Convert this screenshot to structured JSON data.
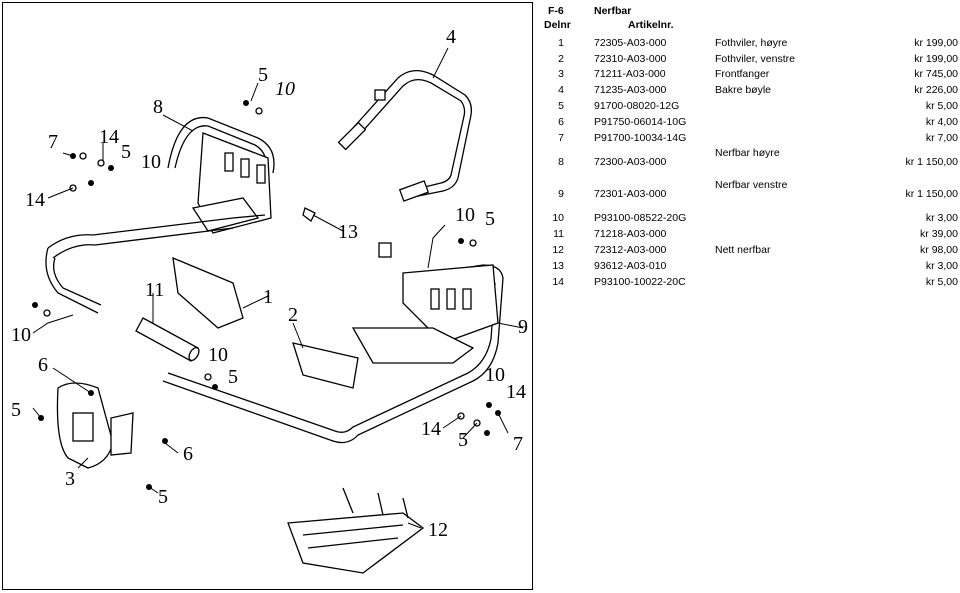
{
  "header": {
    "code": "F-6",
    "title": "Nerfbar",
    "col_delnr": "Delnr",
    "col_artikelnr": "Artikelnr."
  },
  "parts": [
    {
      "no": "1",
      "art": "72305-A03-000",
      "desc": "Fothviler, høyre",
      "price": "kr  199,00"
    },
    {
      "no": "2",
      "art": "72310-A03-000",
      "desc": "Fothviler, venstre",
      "price": "kr  199,00"
    },
    {
      "no": "3",
      "art": "71211-A03-000",
      "desc": "Frontfanger",
      "price": "kr  745,00"
    },
    {
      "no": "4",
      "art": "71235-A03-000",
      "desc": "Bakre bøyle",
      "price": "kr  226,00"
    },
    {
      "no": "5",
      "art": "91700-08020-12G",
      "desc": "",
      "price": "kr  5,00"
    },
    {
      "no": "6",
      "art": "P91750-06014-10G",
      "desc": "",
      "price": "kr  4,00"
    },
    {
      "no": "7",
      "art": "P91700-10034-14G",
      "desc": "",
      "price": "kr  7,00"
    },
    {
      "no": "8",
      "art": "72300-A03-000",
      "desc": "Nerfbar høyre",
      "price": "kr  1 150,00"
    },
    {
      "no": "9",
      "art": "72301-A03-000",
      "desc": "Nerfbar venstre",
      "price": "kr  1 150,00"
    },
    {
      "no": "10",
      "art": "P93100-08522-20G",
      "desc": "",
      "price": "kr  3,00"
    },
    {
      "no": "11",
      "art": "71218-A03-000",
      "desc": "",
      "price": "kr  39,00"
    },
    {
      "no": "12",
      "art": "72312-A03-000",
      "desc": "Nett nerfbar",
      "price": "kr  98,00"
    },
    {
      "no": "13",
      "art": "93612-A03-010",
      "desc": "",
      "price": "kr  3,00"
    },
    {
      "no": "14",
      "art": "P93100-10022-20C",
      "desc": "",
      "price": "kr  5,00"
    }
  ],
  "callouts": [
    "4",
    "5",
    "10",
    "8",
    "7",
    "14",
    "5",
    "10",
    "14",
    "13",
    "10",
    "5",
    "11",
    "1",
    "10",
    "2",
    "9",
    "6",
    "10",
    "5",
    "5",
    "10",
    "14",
    "14",
    "5",
    "7",
    "6",
    "3",
    "5",
    "12"
  ]
}
